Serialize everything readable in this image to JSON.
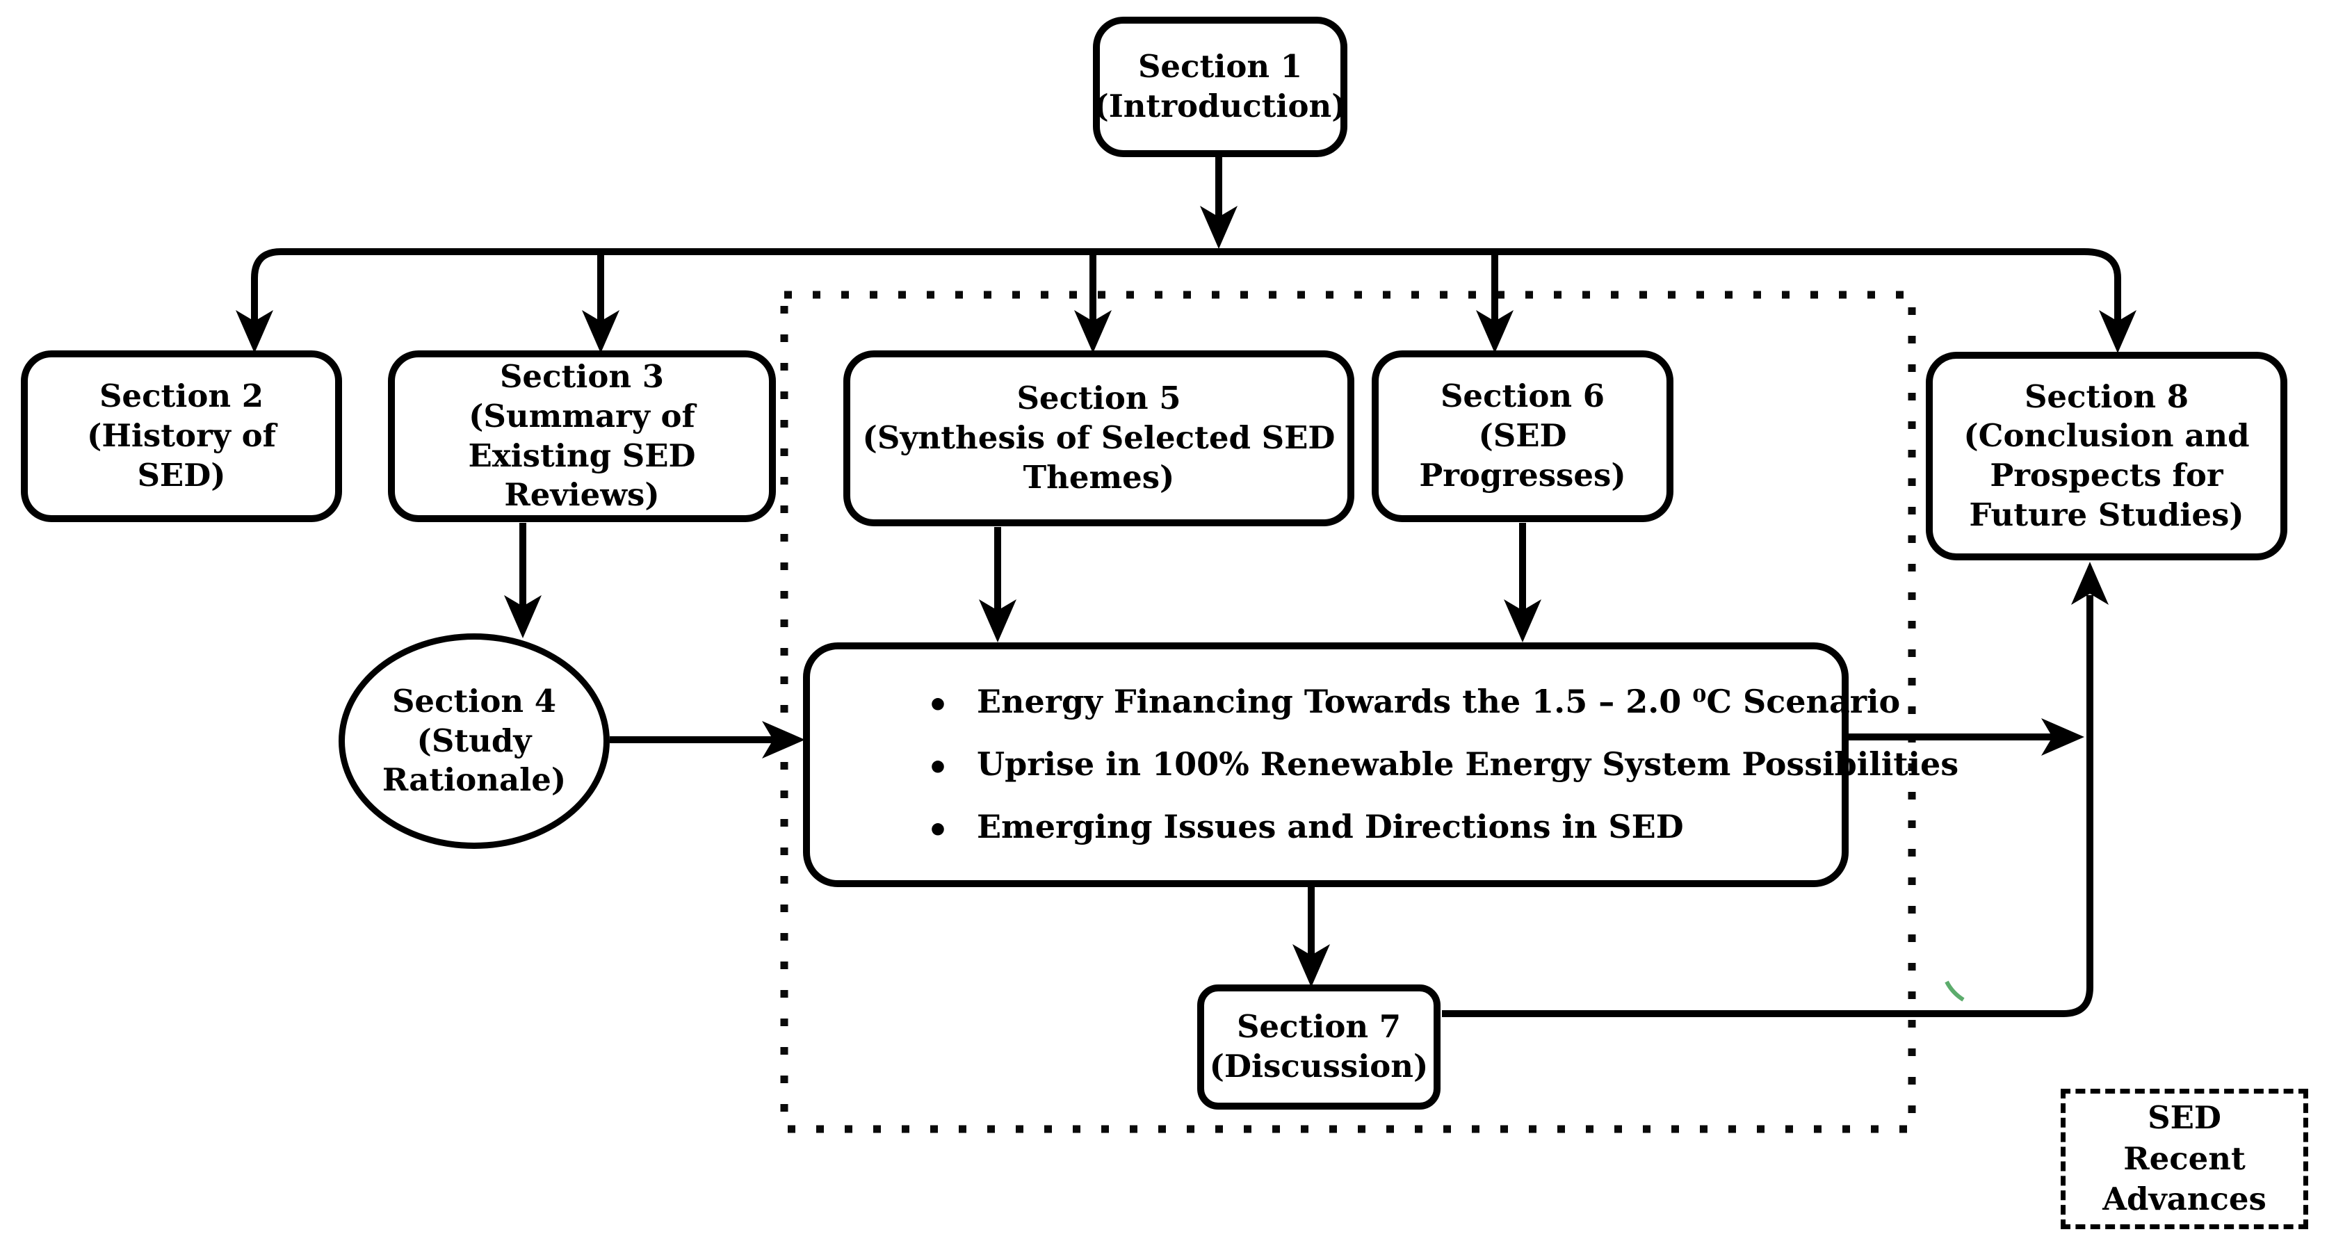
{
  "figure": {
    "type": "flowchart",
    "nodes": {
      "section1": {
        "title": "Section 1",
        "subtitle": "(Introduction)"
      },
      "section2": {
        "title": "Section 2",
        "subtitle": "(History of SED)"
      },
      "section3": {
        "title": "Section 3",
        "subtitle": "(Summary of Existing SED Reviews)"
      },
      "section4": {
        "title": "Section 4",
        "subtitle": "(Study Rationale)"
      },
      "section5": {
        "title": "Section 5",
        "subtitle": "(Synthesis of Selected SED Themes)"
      },
      "section6": {
        "title": "Section 6",
        "subtitle": "(SED Progresses)"
      },
      "section7": {
        "title": "Section 7",
        "subtitle": "(Discussion)"
      },
      "section8": {
        "title": "Section 8",
        "subtitle": "(Conclusion and Prospects for Future Studies)"
      }
    },
    "themes_box": {
      "bullets": [
        "Energy Financing Towards the 1.5 – 2.0 ⁰C Scenario",
        "Uprise in 100% Renewable Energy System Possibilities",
        "Emerging Issues and Directions in SED"
      ]
    },
    "legend": {
      "label": "SED Recent Advances"
    },
    "colors": {
      "line": "#000000",
      "background": "#ffffff",
      "stray_mark_green": "#3f9e52"
    }
  }
}
